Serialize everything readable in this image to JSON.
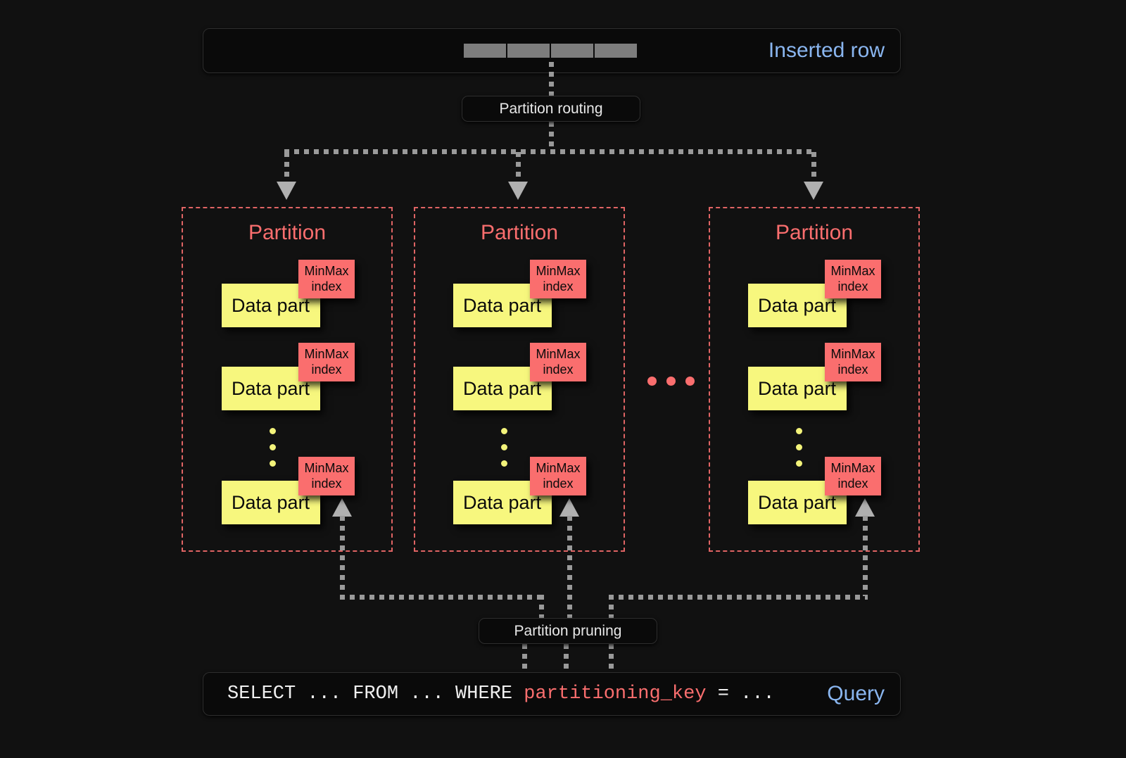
{
  "background_color": "#111111",
  "accent_colors": {
    "partition_red": "#fa6e6e",
    "data_part_yellow": "#f7f77e",
    "label_blue": "#8ab6f0",
    "connector_gray": "#9a9a9a",
    "row_cell_gray": "#7d7d7d"
  },
  "top_bar": {
    "label": "Inserted row",
    "cells": [
      "",
      "",
      "",
      ""
    ]
  },
  "routing": {
    "label": "Partition routing"
  },
  "pruning": {
    "label": "Partition pruning"
  },
  "partitions": [
    {
      "title": "Partition",
      "parts": [
        {
          "label": "Data part",
          "index_label": "MinMax\nindex",
          "index_line1": "MinMax",
          "index_line2": "index"
        },
        {
          "label": "Data part",
          "index_label": "MinMax\nindex",
          "index_line1": "MinMax",
          "index_line2": "index"
        },
        {
          "label": "Data part",
          "index_label": "MinMax\nindex",
          "index_line1": "MinMax",
          "index_line2": "index"
        }
      ],
      "ellipsis_dots": 3
    },
    {
      "title": "Partition",
      "parts": [
        {
          "label": "Data part",
          "index_line1": "MinMax",
          "index_line2": "index"
        },
        {
          "label": "Data part",
          "index_line1": "MinMax",
          "index_line2": "index"
        },
        {
          "label": "Data part",
          "index_line1": "MinMax",
          "index_line2": "index"
        }
      ],
      "ellipsis_dots": 3
    },
    {
      "title": "Partition",
      "parts": [
        {
          "label": "Data part",
          "index_line1": "MinMax",
          "index_line2": "index"
        },
        {
          "label": "Data part",
          "index_line1": "MinMax",
          "index_line2": "index"
        },
        {
          "label": "Data part",
          "index_line1": "MinMax",
          "index_line2": "index"
        }
      ],
      "ellipsis_dots": 3
    }
  ],
  "between_partitions_ellipsis": 3,
  "bottom_bar": {
    "label": "Query",
    "query_prefix": "SELECT ... FROM ... WHERE ",
    "query_keyword": "partitioning_key",
    "query_suffix": " = ..."
  }
}
